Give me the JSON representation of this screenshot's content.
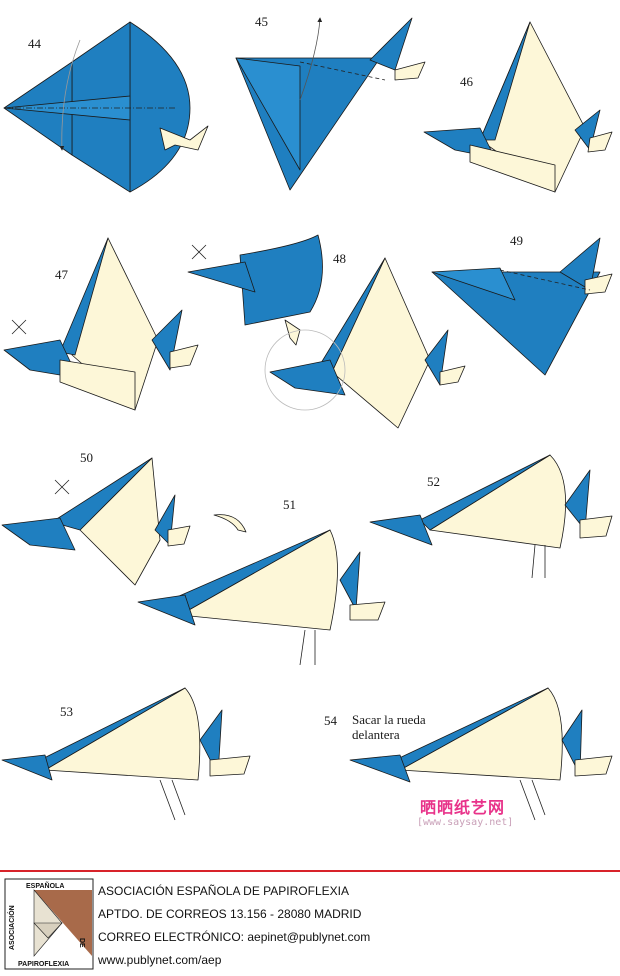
{
  "steps": {
    "s44": "44",
    "s45": "45",
    "s46": "46",
    "s47": "47",
    "s48": "48",
    "s49": "49",
    "s50": "50",
    "s51": "51",
    "s52": "52",
    "s53": "53",
    "s54": "54"
  },
  "instruction_54": "Sacar la rueda delantera",
  "watermark": {
    "chinese": "晒晒纸艺网",
    "url": "[www.saysay.net]"
  },
  "footer": {
    "org_name": "ASOCIACIÓN ESPAÑOLA DE PAPIROFLEXIA",
    "address": "APTDO. DE CORREOS 13.156 - 28080 MADRID",
    "email_label": "CORREO ELECTRÓNICO:",
    "email": "aepinet@publynet.com",
    "website": "www.publynet.com/aep"
  },
  "logo": {
    "top_text": "ESPAÑOLA",
    "side_text": "ASOCIACIÓN",
    "de_text": "DE",
    "bottom_text": "PAPIROFLEXIA"
  },
  "colors": {
    "paper_blue": "#1f7fc0",
    "paper_cream": "#fdf7d8",
    "outline": "#1a1a1a",
    "footer_red": "#d8232a"
  }
}
